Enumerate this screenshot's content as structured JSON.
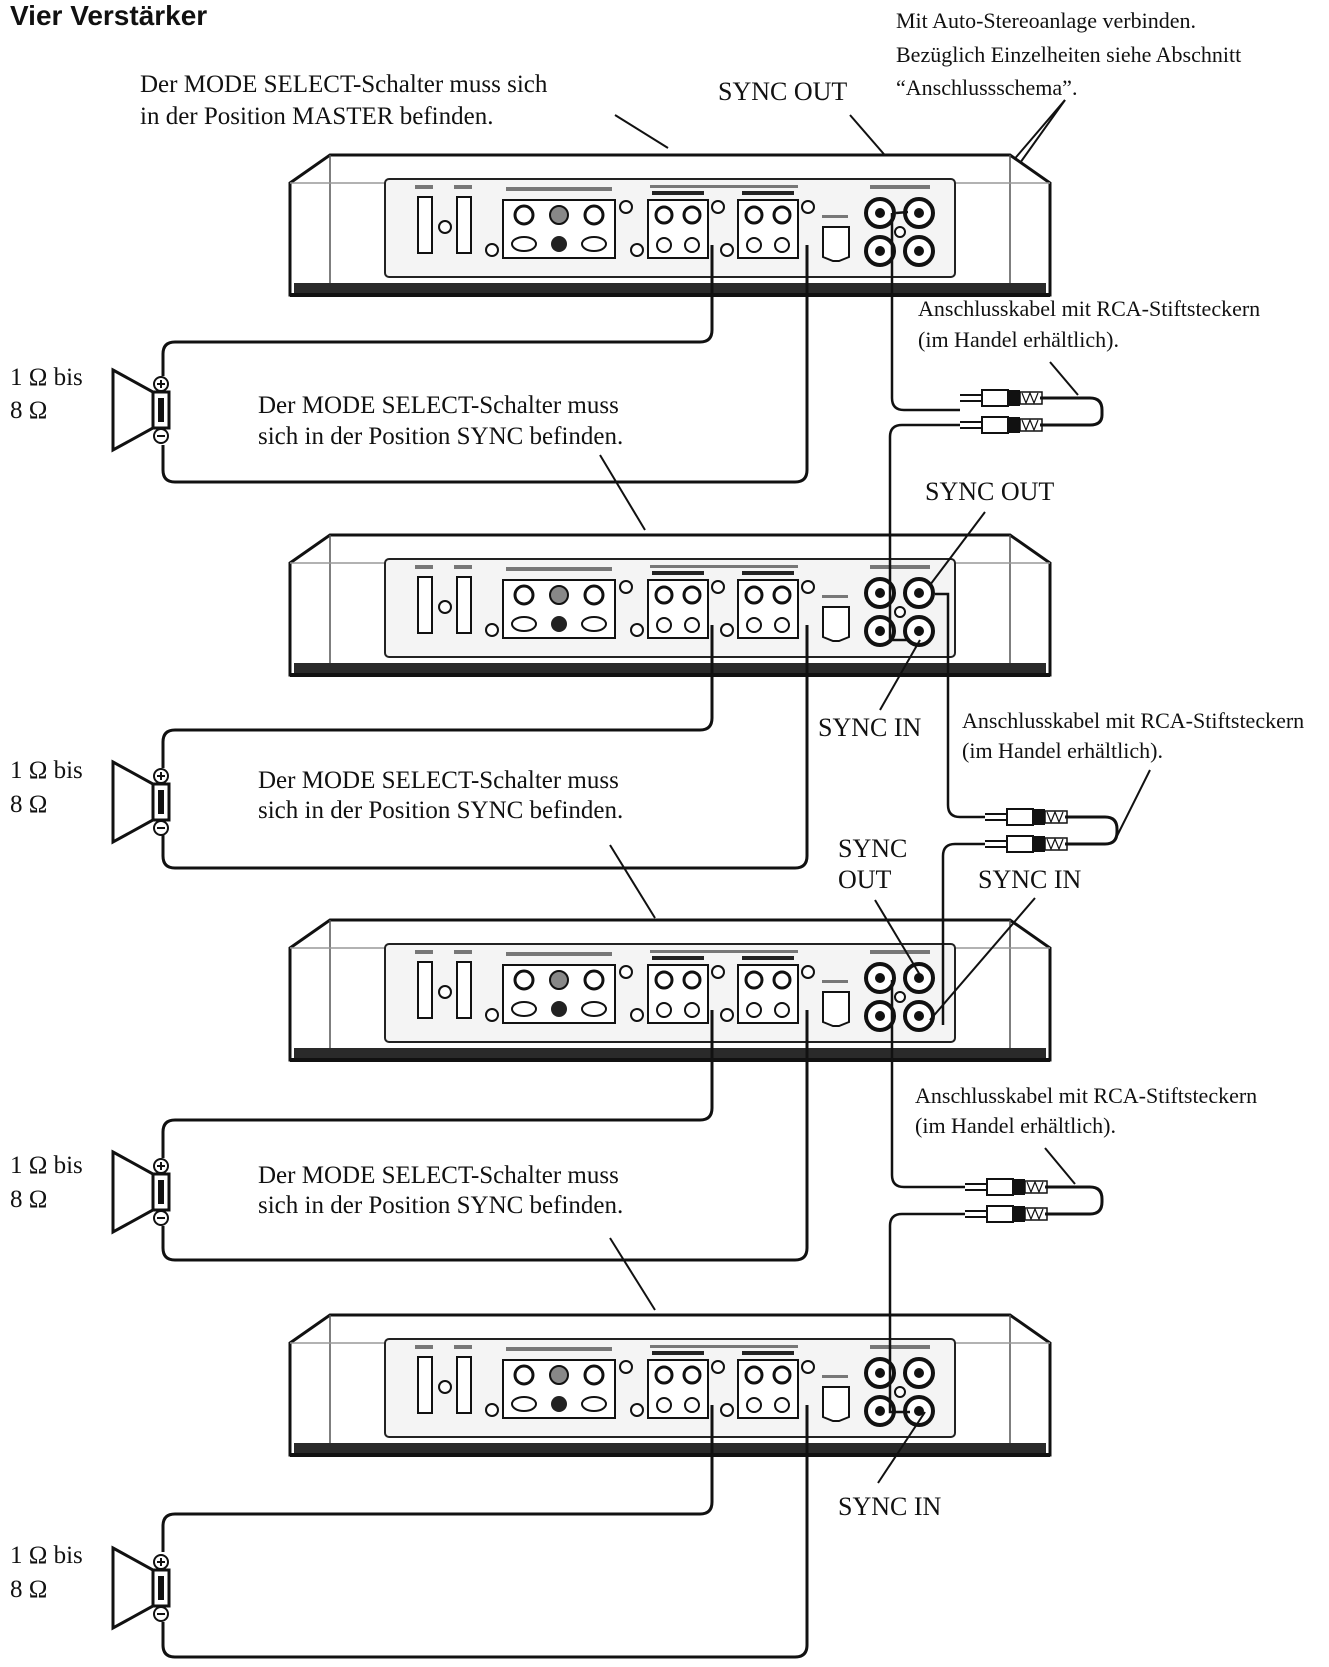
{
  "title": "Vier Verstärker",
  "top_note": {
    "line1": "Mit Auto-Stereoanlage verbinden.",
    "line2": "Bezüglich Einzelheiten siehe Abschnitt",
    "line3": "“Anschlussschema”."
  },
  "master_note": {
    "line1": "Der MODE SELECT-Schalter muss sich",
    "line2": "in der Position MASTER befinden."
  },
  "sync_note": {
    "line1": "Der MODE SELECT-Schalter muss",
    "line2": "sich in der Position SYNC befinden."
  },
  "cable_note": {
    "line1": "Anschlusskabel mit RCA-Stiftsteckern",
    "line2": "(im Handel erhältlich)."
  },
  "labels": {
    "sync_out": "SYNC OUT",
    "sync_in": "SYNC IN",
    "sync": "SYNC",
    "out": "OUT"
  },
  "speaker": {
    "line1": "1 Ω bis",
    "line2": "8 Ω"
  },
  "amplifiers": [
    {
      "role": "master"
    },
    {
      "role": "sync"
    },
    {
      "role": "sync"
    },
    {
      "role": "sync"
    }
  ]
}
